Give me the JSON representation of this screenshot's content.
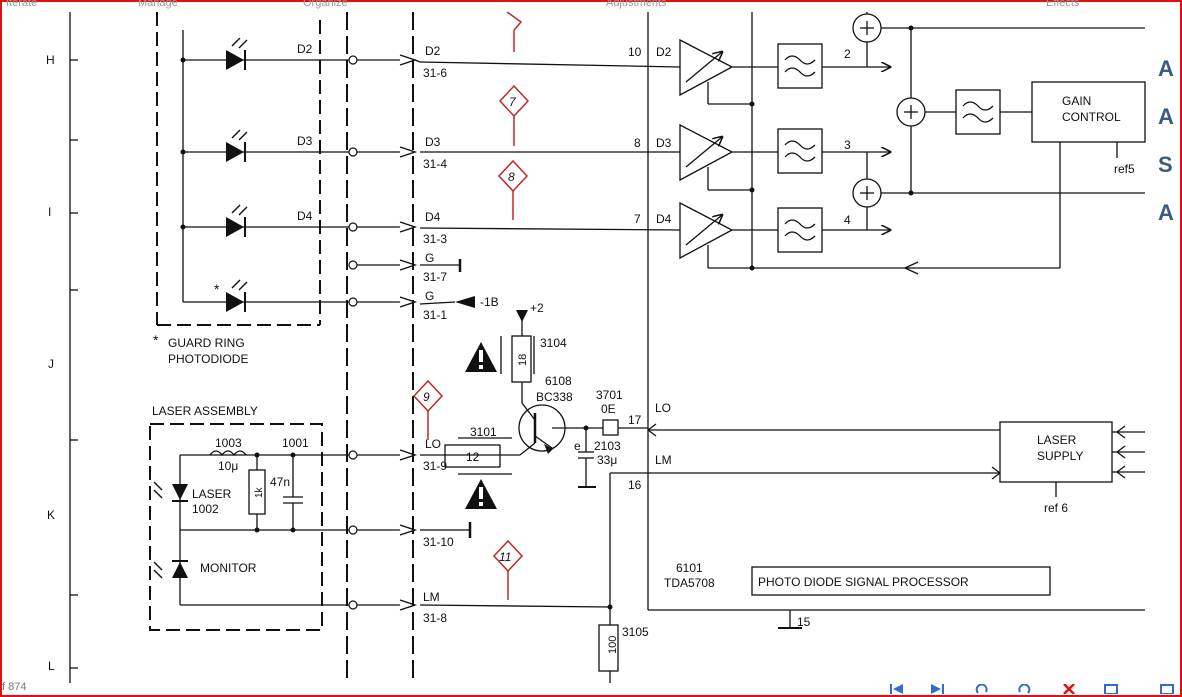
{
  "toolbar": {
    "items": [
      "Iterate",
      "Manage",
      "Organize",
      "Adjustments",
      "Effects"
    ]
  },
  "side_panel": {
    "letters": [
      "A",
      "A",
      "S",
      "A"
    ]
  },
  "bottom": {
    "page_info": "f 874"
  },
  "colors": {
    "frame": "#e01010",
    "marker": "#c0282a",
    "side_letters": "#3d5a80",
    "nav_blue": "#2e6bd6"
  },
  "schematic": {
    "row_labels": [
      "H",
      "I",
      "J",
      "K",
      "L"
    ],
    "diodes": [
      "D2",
      "D3",
      "D4"
    ],
    "connector_labels": [
      "D2",
      "31-6",
      "D3",
      "31-4",
      "D4",
      "31-3",
      "G",
      "31-7",
      "G",
      "31-1",
      "LO",
      "31-9",
      "31-10",
      "LM",
      "31-8"
    ],
    "pin_numbers": [
      "10",
      "8",
      "7",
      "17",
      "16",
      "15"
    ],
    "amp_labels": [
      "D2",
      "D3",
      "D4"
    ],
    "outputs": [
      "2",
      "3",
      "4"
    ],
    "voltage_minus": "-1B",
    "voltage_plus": "+2",
    "guard_note": [
      "GUARD  RING",
      "PHOTODIODE"
    ],
    "laser_assembly": "LASER  ASSEMBLY",
    "laser": [
      "LASER",
      "1002"
    ],
    "monitor": "MONITOR",
    "inductor": [
      "1003",
      "10μ"
    ],
    "cap_1001": [
      "1001",
      "47n"
    ],
    "res_1k": "1k",
    "res_3101": [
      "3101",
      "12"
    ],
    "res_3104": [
      "3104",
      "18"
    ],
    "transistor": [
      "6108",
      "BC338"
    ],
    "res_3701": [
      "3701",
      "0E"
    ],
    "cap_2103": [
      "2103",
      "33μ"
    ],
    "cap_e": "e",
    "res_3105": [
      "100",
      "3105"
    ],
    "laser_supply": [
      "LASER",
      "SUPPLY"
    ],
    "ref6": "ref  6",
    "gain_control": [
      "GAIN",
      "CONTROL"
    ],
    "ref5": "ref5",
    "ic": [
      "6101",
      "TDA5708"
    ],
    "ic_name": "PHOTO  DIODE  SIGNAL  PROCESSOR",
    "lo": "LO",
    "lm": "LM",
    "markers": [
      "7",
      "8",
      "9",
      "11"
    ],
    "star": "*"
  }
}
